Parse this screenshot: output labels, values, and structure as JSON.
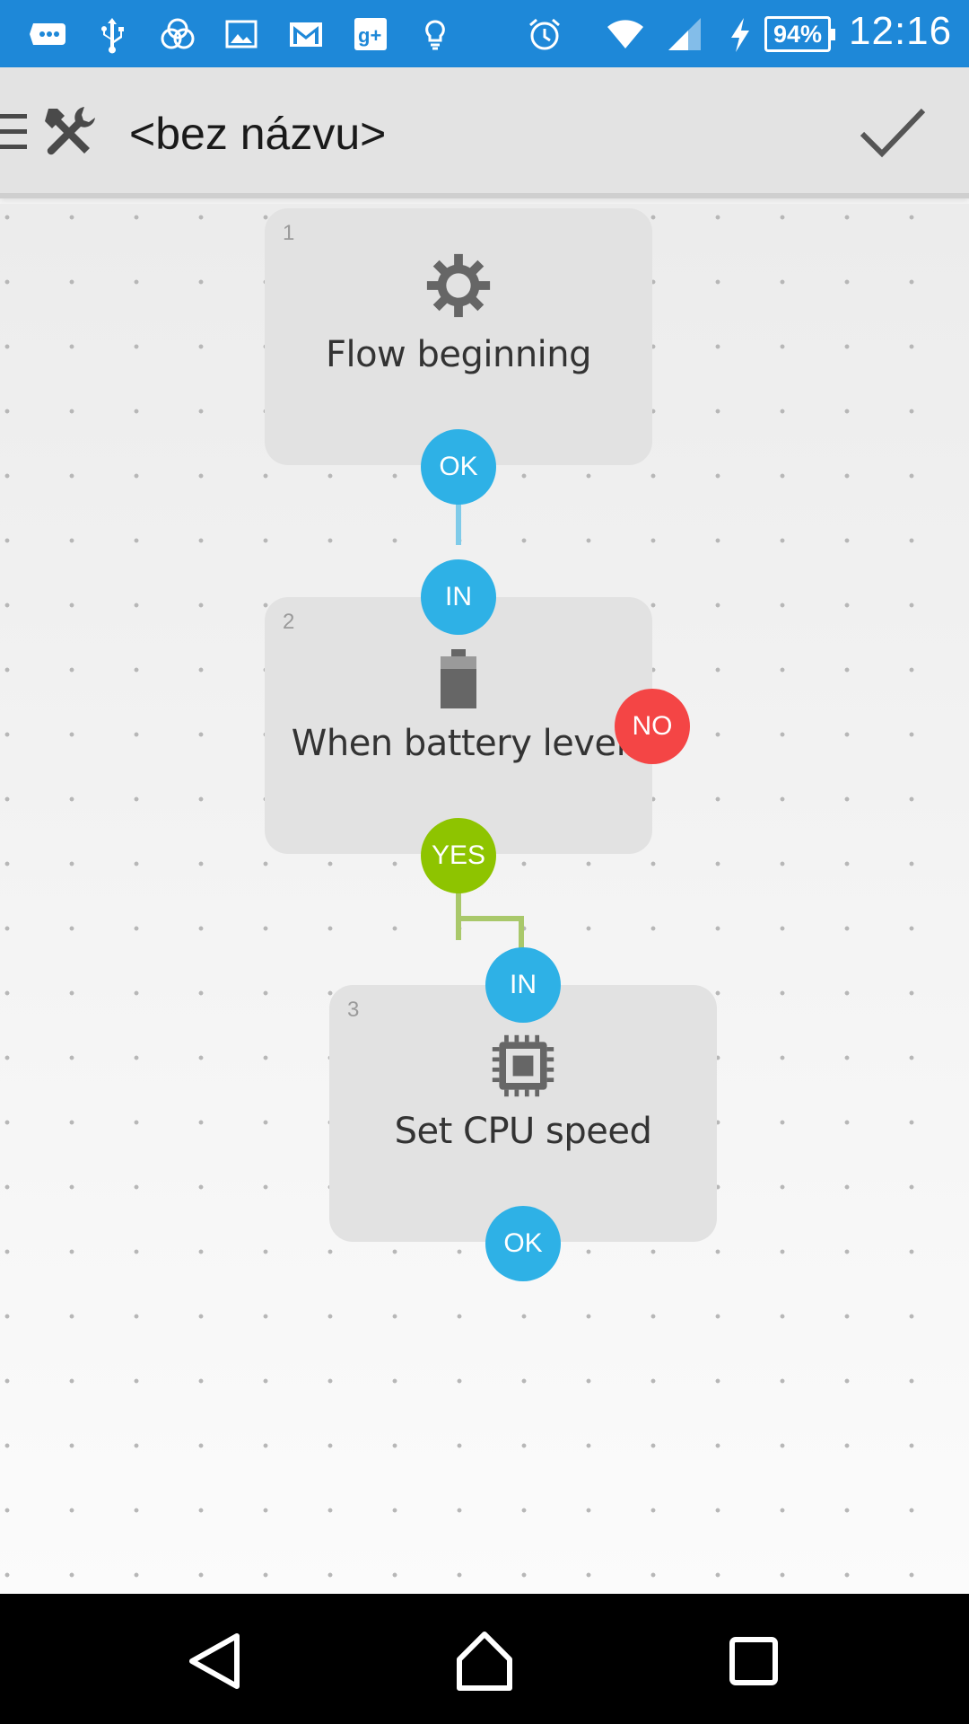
{
  "status_bar": {
    "battery_percent": "94%",
    "time": "12:16",
    "icons": [
      "more-notifications-icon",
      "usb-icon",
      "network-icon",
      "gallery-icon",
      "gmail-icon",
      "google-plus-icon",
      "lightbulb-icon",
      "alarm-icon",
      "wifi-icon",
      "signal-icon",
      "charging-icon"
    ]
  },
  "toolbar": {
    "title": "<bez názvu>"
  },
  "flow": {
    "nodes": [
      {
        "number": "1",
        "label": "Flow beginning",
        "icon": "gear-icon",
        "out_label": "OK"
      },
      {
        "number": "2",
        "label": "When battery level",
        "icon": "battery-icon",
        "in_label": "IN",
        "yes_label": "YES",
        "no_label": "NO"
      },
      {
        "number": "3",
        "label": "Set CPU speed",
        "icon": "cpu-chip-icon",
        "in_label": "IN",
        "out_label": "OK"
      }
    ]
  },
  "colors": {
    "status_bar": "#1e88d8",
    "port_blue": "#2eb1e6",
    "port_green": "#8ec400",
    "port_red": "#f44545",
    "wire_blue": "#7fcbe9",
    "wire_green": "#a9c86a"
  }
}
